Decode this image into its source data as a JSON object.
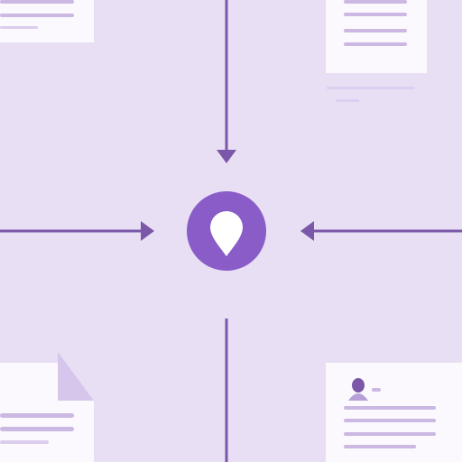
{
  "colors": {
    "background": "#e8dff4",
    "connector": "#7a57a8",
    "hub_fill": "#8a5cc8",
    "hub_icon": "#ffffff",
    "card_fill": "#fbf9fd",
    "card_line": "#cbb8e3",
    "card_line_dark": "#b7a0d6",
    "fold": "#d6c6ec"
  },
  "diagram": {
    "hub": {
      "icon": "location-pin-icon"
    },
    "cards": [
      {
        "id": "top-left",
        "icon": "document-icon"
      },
      {
        "id": "top-right",
        "icon": "document-icon"
      },
      {
        "id": "bottom-left",
        "icon": "folded-document-icon"
      },
      {
        "id": "bottom-right",
        "icon": "profile-document-icon"
      }
    ],
    "connectors": [
      {
        "from": "top",
        "arrowhead": true
      },
      {
        "from": "left",
        "arrowhead": true
      },
      {
        "from": "right",
        "arrowhead": true
      },
      {
        "from": "bottom",
        "arrowhead": false
      }
    ]
  }
}
